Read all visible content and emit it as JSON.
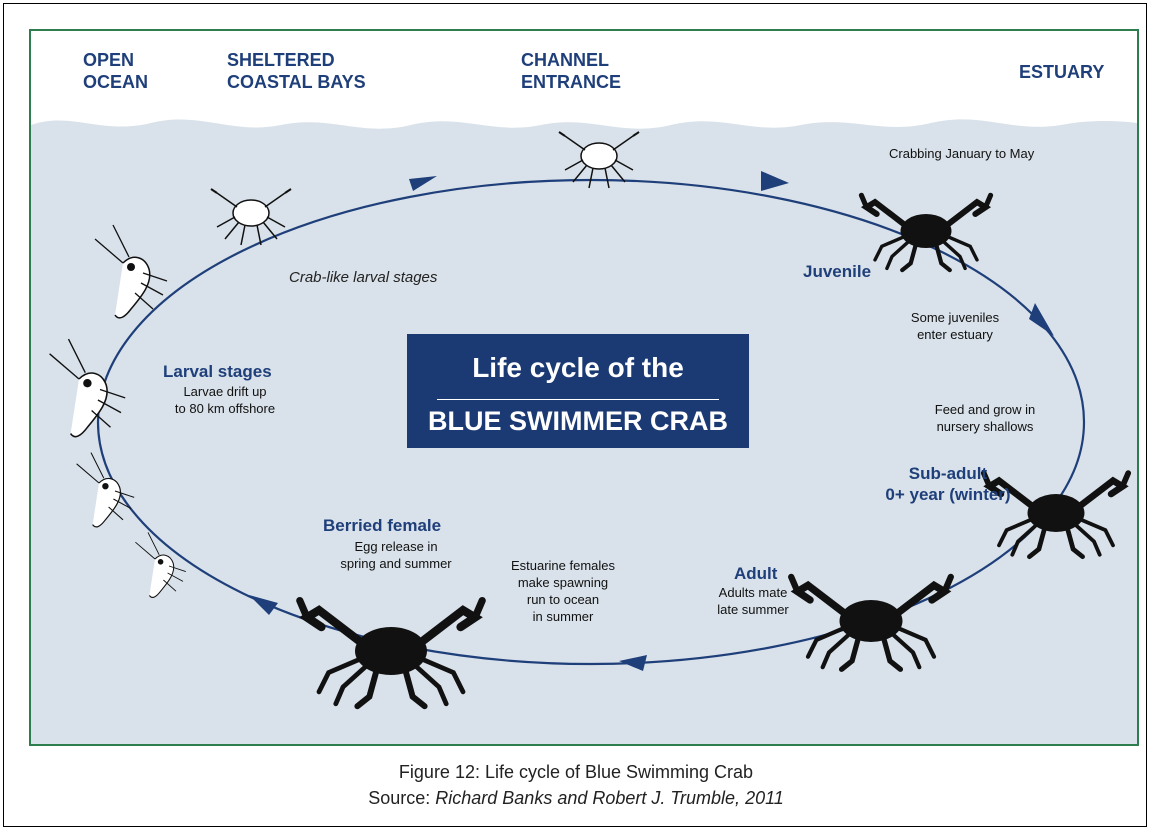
{
  "zones": {
    "open_ocean": "OPEN\nOCEAN",
    "sheltered_bays": "SHELTERED\nCOASTAL BAYS",
    "channel_entrance": "CHANNEL\nENTRANCE",
    "estuary": "ESTUARY"
  },
  "title": {
    "line1": "Life cycle of the",
    "line2": "BLUE SWIMMER CRAB"
  },
  "labels": {
    "crabbing_season": "Crabbing January to May",
    "juvenile": "Juvenile",
    "juveniles_enter": "Some juveniles\nenter estuary",
    "feed_grow": "Feed and grow in\nnursery shallows",
    "sub_adult": "Sub-adult\n0+ year (winter)",
    "adult": "Adult",
    "adults_mate": "Adults mate\nlate summer",
    "spawning_run": "Estuarine females\nmake spawning\nrun to ocean\nin summer",
    "berried_female": "Berried female",
    "egg_release": "Egg release in\nspring and summer",
    "larval_stages": "Larval stages",
    "larvae_drift": "Larvae drift up\nto 80 km offshore",
    "crab_like_larval": "Crab-like larval stages"
  },
  "caption": {
    "line1": "Figure 12: Life cycle of Blue Swimming Crab",
    "source_prefix": "Source: ",
    "source_text": "Richard Banks and Robert J. Trumble, 2011"
  },
  "colors": {
    "water": "#d9e2ea",
    "cycle_line": "#1f3f7a",
    "frame_border": "#2e7d4e",
    "title_bg": "#1b3a73",
    "text_navy": "#1f3f7a"
  },
  "icons": [
    "crab-silhouette-icon",
    "larva-sketch-icon",
    "crab-larva-sketch-icon"
  ]
}
